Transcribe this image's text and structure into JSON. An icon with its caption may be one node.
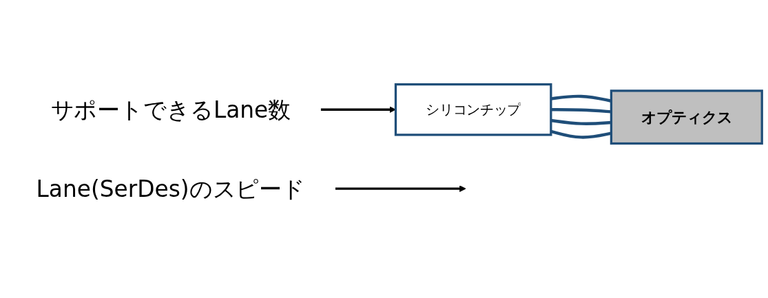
{
  "diagram": {
    "nodes": [
      {
        "text": [
          "シリコンチップ"
        ]
      },
      {
        "text": [
          "オプティクス"
        ]
      },
      {
        "text": [
          "Lane(SerDes)のスピード"
        ]
      },
      {
        "text": [
          "サポートできるLane数"
        ]
      }
    ],
    "edges": [
      {
        "from": 0,
        "to": 1,
        "arrow": "none"
      },
      {
        "from": 0,
        "to": 1,
        "arrow": "none"
      },
      {
        "from": 0,
        "to": 1,
        "arrow": "none"
      },
      {
        "from": 0,
        "to": 1,
        "arrow": "none"
      },
      {
        "from": 2,
        "to": null,
        "arrow": "to",
        "color": "#000000"
      },
      {
        "from": 3,
        "to": 0,
        "arrow": "to",
        "color": "#000000"
      }
    ]
  }
}
